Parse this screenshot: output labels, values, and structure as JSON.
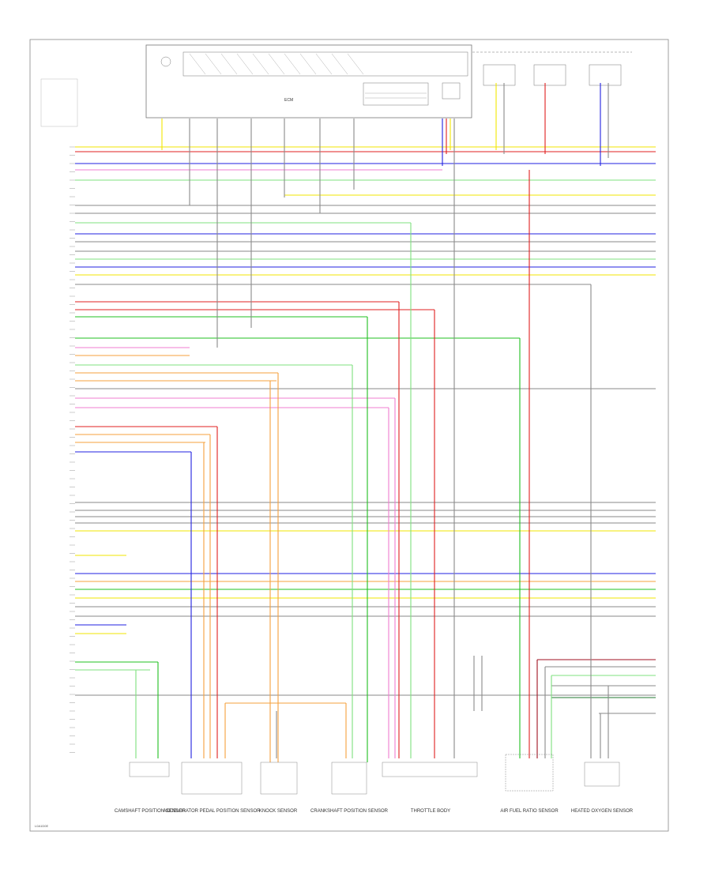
{
  "page": {
    "corner_code": "L0A1D0E"
  },
  "ecm": {
    "label": "ECM"
  },
  "colors": {
    "yellow": "#f2e600",
    "red": "#e02020",
    "blue": "#2020e0",
    "green": "#20c020",
    "light_green": "#7fe07f",
    "orange": "#f5a03c",
    "pink": "#f07cd0",
    "gray": "#8a8a8a",
    "black": "#222222",
    "dark_red": "#a01020",
    "dark_green": "#207a30"
  },
  "component_labels": [
    "CAMSHAFT POSITION SENSOR",
    "ACCELERATOR PEDAL POSITION SENSOR",
    "KNOCK SENSOR",
    "CRANKSHAFT POSITION SENSOR",
    "THROTTLE BODY",
    "AIR FUEL RATIO SENSOR",
    "HEATED OXYGEN SENSOR"
  ]
}
